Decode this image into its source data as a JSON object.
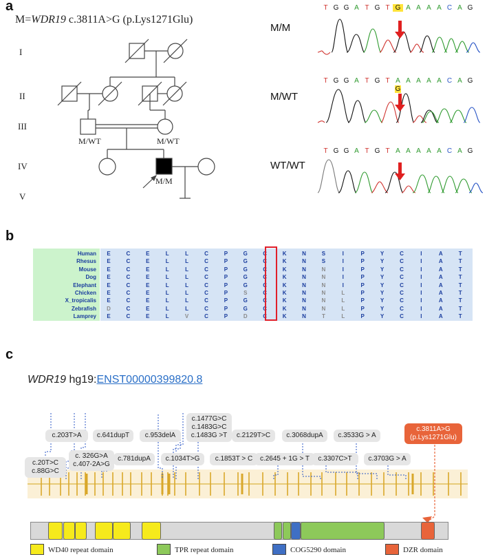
{
  "panels": {
    "a": "a",
    "b": "b",
    "c": "c"
  },
  "panel_a": {
    "variant_prefix": "M=",
    "gene": "WDR19",
    "variant_suffix": " c.3811A>G (p.Lys1271Glu)",
    "generations": [
      "I",
      "II",
      "III",
      "IV",
      "V"
    ],
    "pedigree_labels": {
      "iii_father": "M/WT",
      "iii_mother": "M/WT",
      "iv_proband": "M/M"
    },
    "chromatograms": [
      {
        "genotype": "M/M",
        "bases": [
          "T",
          "G",
          "G",
          "A",
          "T",
          "G",
          "T",
          "G",
          "A",
          "A",
          "A",
          "A",
          "C",
          "A",
          "G"
        ],
        "highlight_index": 7,
        "extra": ""
      },
      {
        "genotype": "M/WT",
        "bases": [
          "T",
          "G",
          "G",
          "A",
          "T",
          "G",
          "T",
          "A",
          "A",
          "A",
          "A",
          "A",
          "C",
          "A",
          "G"
        ],
        "highlight_index": -1,
        "extra": "G"
      },
      {
        "genotype": "WT/WT",
        "bases": [
          "T",
          "G",
          "G",
          "A",
          "T",
          "G",
          "T",
          "A",
          "A",
          "A",
          "A",
          "A",
          "C",
          "A",
          "G"
        ],
        "highlight_index": -1,
        "extra": ""
      }
    ],
    "colors": {
      "A": "#2e9a2e",
      "G": "#111111",
      "T": "#d0322e",
      "C": "#2a56c6",
      "arrow": "#e02020"
    }
  },
  "panel_b": {
    "species": [
      "Human",
      "Rhesus",
      "Mouse",
      "Dog",
      "Elephant",
      "Chicken",
      "X_tropicalis",
      "Zebrafish",
      "Lamprey"
    ],
    "alignment": [
      [
        "E",
        "C",
        "E",
        "L",
        "L",
        "C",
        "P",
        "G",
        "C",
        "K",
        "N",
        "S",
        "I",
        "P",
        "Y",
        "C",
        "I",
        "A",
        "T"
      ],
      [
        "E",
        "C",
        "E",
        "L",
        "L",
        "C",
        "P",
        "G",
        "C",
        "K",
        "N",
        "S",
        "I",
        "P",
        "Y",
        "C",
        "I",
        "A",
        "T"
      ],
      [
        "E",
        "C",
        "E",
        "L",
        "L",
        "C",
        "P",
        "G",
        "C",
        "K",
        "N",
        "N",
        "I",
        "P",
        "Y",
        "C",
        "I",
        "A",
        "T"
      ],
      [
        "E",
        "C",
        "E",
        "L",
        "L",
        "C",
        "P",
        "G",
        "C",
        "K",
        "N",
        "N",
        "I",
        "P",
        "Y",
        "C",
        "I",
        "A",
        "T"
      ],
      [
        "E",
        "C",
        "E",
        "L",
        "L",
        "C",
        "P",
        "G",
        "C",
        "K",
        "N",
        "N",
        "I",
        "P",
        "Y",
        "C",
        "I",
        "A",
        "T"
      ],
      [
        "E",
        "C",
        "E",
        "L",
        "L",
        "C",
        "P",
        "S",
        "C",
        "K",
        "N",
        "N",
        "L",
        "P",
        "Y",
        "C",
        "I",
        "A",
        "T"
      ],
      [
        "E",
        "C",
        "E",
        "L",
        "L",
        "C",
        "P",
        "G",
        "C",
        "K",
        "N",
        "N",
        "L",
        "P",
        "Y",
        "C",
        "I",
        "A",
        "T"
      ],
      [
        "D",
        "C",
        "E",
        "L",
        "L",
        "C",
        "P",
        "G",
        "C",
        "K",
        "N",
        "N",
        "L",
        "P",
        "Y",
        "C",
        "I",
        "A",
        "T"
      ],
      [
        "E",
        "C",
        "E",
        "L",
        "V",
        "C",
        "P",
        "D",
        "C",
        "K",
        "N",
        "T",
        "L",
        "P",
        "Y",
        "C",
        "I",
        "A",
        "T"
      ]
    ],
    "dim_cells": [
      [
        5,
        7
      ],
      [
        2,
        11
      ],
      [
        3,
        11
      ],
      [
        4,
        11
      ],
      [
        5,
        11
      ],
      [
        6,
        11
      ],
      [
        7,
        11
      ],
      [
        8,
        11
      ],
      [
        5,
        12
      ],
      [
        6,
        12
      ],
      [
        7,
        12
      ],
      [
        8,
        12
      ],
      [
        7,
        0
      ],
      [
        8,
        4
      ],
      [
        8,
        7
      ]
    ],
    "boxed_column": 9
  },
  "panel_c": {
    "gene": "WDR19",
    "assembly": " hg19:",
    "transcript": "ENST00000399820.8",
    "mutations": [
      {
        "label": "c.20T>C\nc.88G>C"
      },
      {
        "label": "c.203T>A"
      },
      {
        "label": "c. 326G>A\nc.407-2A>G"
      },
      {
        "label": "c.641dupT"
      },
      {
        "label": "c.781dupA"
      },
      {
        "label": "c.953delA"
      },
      {
        "label": "c.1034T>G"
      },
      {
        "label": "c.1477G>C\nc.1483G>C\nc.1483G >T"
      },
      {
        "label": "c.1853T > C"
      },
      {
        "label": "c.2129T>C"
      },
      {
        "label": "c.2645 + 1G > T"
      },
      {
        "label": "c.3068dupA"
      },
      {
        "label": "c.3307C>T"
      },
      {
        "label": "c.3533G > A"
      },
      {
        "label": "c.3703G > A"
      },
      {
        "label": "c.3811A>G\n(p.Lys1271Glu)"
      }
    ],
    "legend": [
      {
        "label": "WD40 repeat  domain",
        "color": "#f6ea1c"
      },
      {
        "label": "TPR repeat domain",
        "color": "#8dc95a"
      },
      {
        "label": "COG5290 domain",
        "color": "#3f6fc4"
      },
      {
        "label": "DZR domain",
        "color": "#e8643a"
      }
    ]
  }
}
